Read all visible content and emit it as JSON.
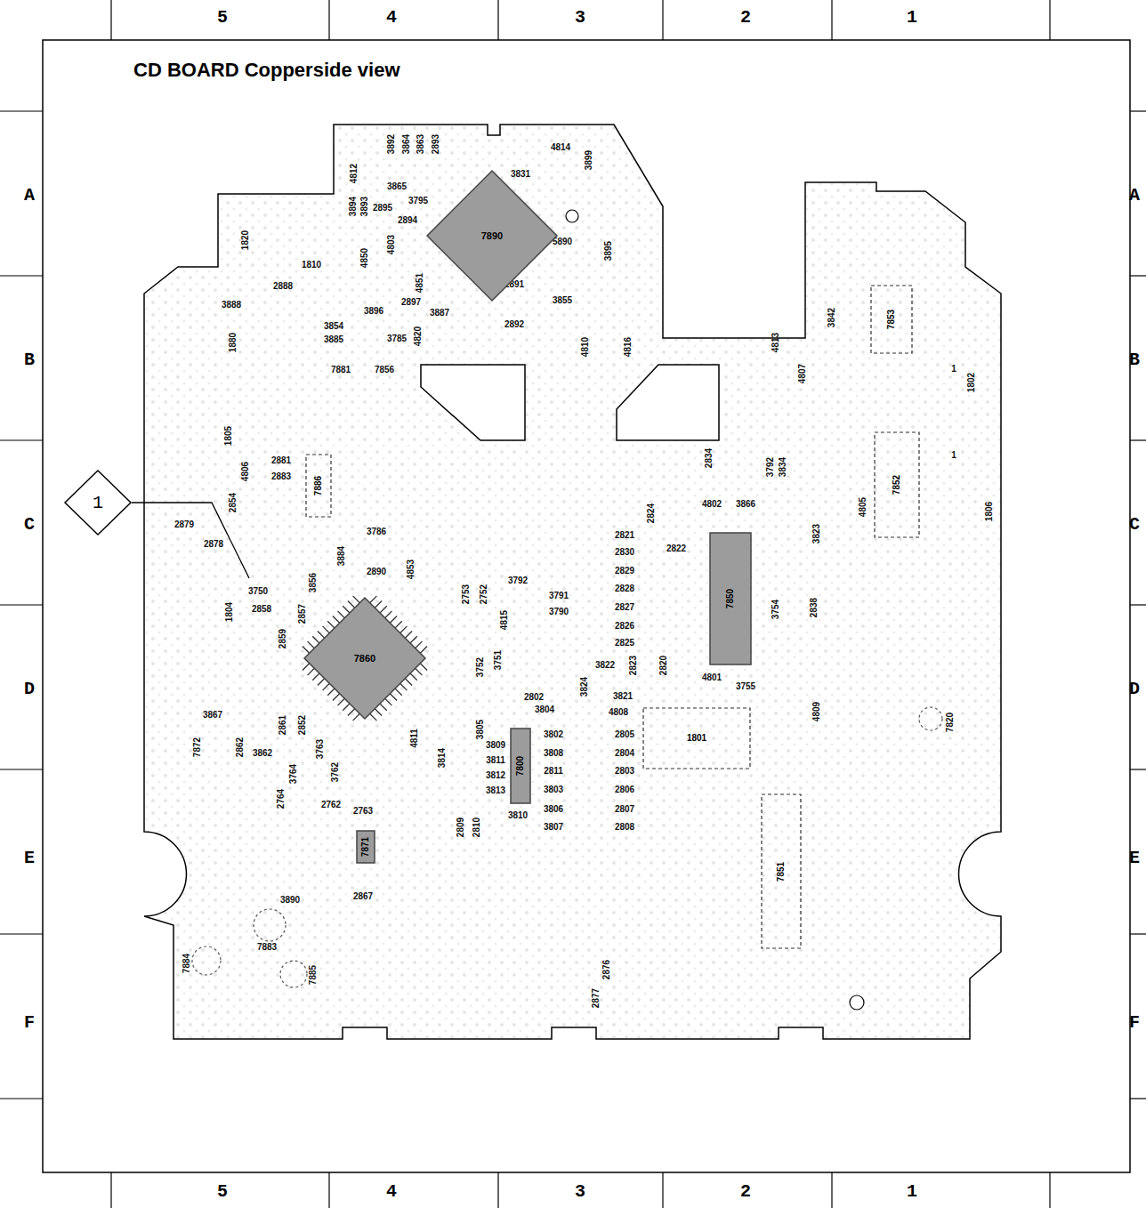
{
  "diagram": {
    "title": "CD BOARD Copperside view",
    "nodes": [
      {
        "text": [
          "1"
        ]
      },
      {
        "text": [
          "7890"
        ]
      },
      {
        "text": [
          "7853"
        ]
      },
      {
        "text": [
          "7852"
        ]
      },
      {
        "text": [
          "7886"
        ]
      },
      {
        "text": [
          "7860"
        ]
      },
      {
        "text": [
          "7850"
        ]
      },
      {
        "text": [
          "1801"
        ]
      },
      {
        "text": [
          "7800"
        ]
      },
      {
        "text": [
          "7871"
        ]
      },
      {
        "text": [
          "7851"
        ]
      }
    ],
    "labels": [
      "5",
      "4",
      "3",
      "2",
      "1",
      "A",
      "A",
      "B",
      "B",
      "C",
      "C",
      "D",
      "D",
      "E",
      "E",
      "F",
      "F",
      "4814",
      "3899",
      "3892",
      "3864",
      "3863",
      "2893",
      "4812",
      "3831",
      "3865",
      "3893",
      "3894",
      "2895",
      "3795",
      "2894",
      "4803",
      "4850",
      "1820",
      "1810",
      "5890",
      "3895",
      "4851",
      "2891",
      "3855",
      "2888",
      "3888",
      "2897",
      "3887",
      "3896",
      "2892",
      "3854",
      "3885",
      "3785",
      "1880",
      "4820",
      "4810",
      "4816",
      "7881",
      "7856",
      "3842",
      "4813",
      "4807",
      "1",
      "1802",
      "1",
      "1806",
      "4805",
      "1805",
      "4806",
      "2881",
      "2883",
      "2854",
      "2879",
      "2878",
      "2834",
      "3792",
      "3834",
      "4802",
      "3866",
      "2824",
      "2822",
      "2821",
      "2830",
      "2829",
      "2828",
      "2827",
      "2826",
      "2825",
      "3823",
      "3754",
      "2838",
      "4801",
      "3755",
      "2823",
      "2820",
      "3786",
      "2890",
      "3884",
      "4853",
      "3856",
      "3750",
      "2857",
      "1804",
      "2858",
      "2859",
      "2753",
      "2752",
      "3792",
      "3791",
      "3790",
      "4815",
      "3752",
      "3751",
      "3822",
      "3824",
      "3821",
      "2802",
      "3804",
      "4808",
      "3805",
      "3809",
      "3811",
      "3812",
      "3813",
      "3802",
      "3808",
      "2811",
      "3803",
      "3806",
      "3807",
      "3810",
      "2805",
      "2804",
      "2803",
      "2806",
      "2807",
      "2808",
      "2809",
      "2810",
      "4811",
      "3814",
      "3867",
      "7872",
      "2862",
      "3862",
      "2861",
      "2852",
      "3763",
      "3764",
      "3762",
      "2764",
      "2762",
      "2763",
      "2867",
      "3890",
      "7883",
      "7884",
      "7885",
      "2876",
      "2877",
      "4809",
      "7820",
      "5",
      "4",
      "3",
      "2",
      "1"
    ]
  }
}
